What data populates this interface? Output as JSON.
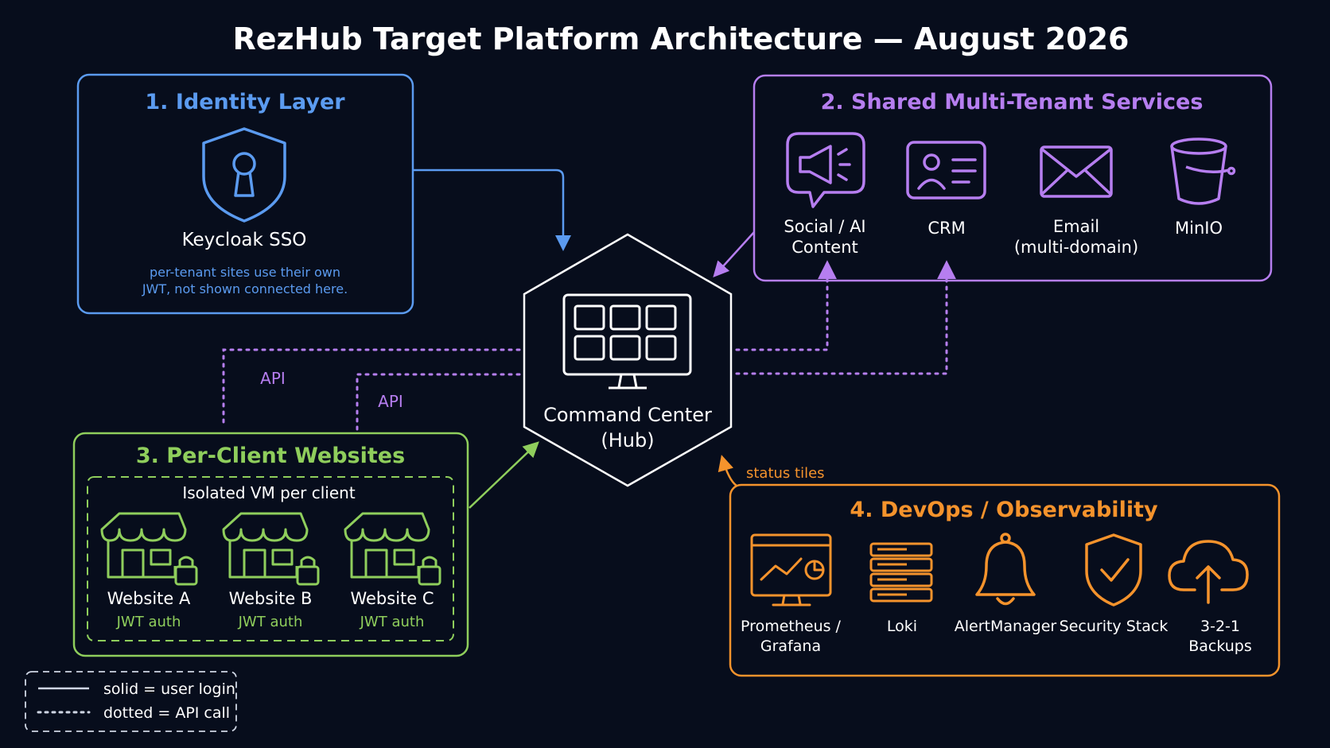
{
  "title": "RezHub Target Platform Architecture — August 2026",
  "colors": {
    "background": "#070d1c",
    "identity": "#5b9bf0",
    "shared": "#b67ef0",
    "websites": "#8fce5c",
    "devops": "#f5932c",
    "hub": "#ffffff",
    "muted": "#cfd6e4"
  },
  "identity": {
    "title": "1. Identity Layer",
    "icon": "shield-keyhole-icon",
    "label": "Keycloak SSO",
    "note_line1": "per-tenant sites use their own",
    "note_line2": "JWT, not shown connected here."
  },
  "shared": {
    "title": "2. Shared Multi-Tenant Services",
    "items": [
      {
        "icon": "megaphone-icon",
        "line1": "Social / AI",
        "line2": "Content"
      },
      {
        "icon": "contact-card-icon",
        "line1": "CRM",
        "line2": ""
      },
      {
        "icon": "envelope-icon",
        "line1": "Email",
        "line2": "(multi-domain)"
      },
      {
        "icon": "bucket-icon",
        "line1": "MinIO",
        "line2": ""
      }
    ]
  },
  "hub": {
    "icon": "monitor-dashboard-icon",
    "line1": "Command Center",
    "line2": "(Hub)"
  },
  "websites": {
    "title": "3. Per-Client Websites",
    "subtitle": "Isolated VM per client",
    "items": [
      {
        "icon": "storefront-lock-icon",
        "name": "Website A",
        "auth": "JWT auth"
      },
      {
        "icon": "storefront-lock-icon",
        "name": "Website B",
        "auth": "JWT auth"
      },
      {
        "icon": "storefront-lock-icon",
        "name": "Website C",
        "auth": "JWT auth"
      }
    ]
  },
  "devops": {
    "title": "4. DevOps / Observability",
    "status_label": "status tiles",
    "items": [
      {
        "icon": "monitor-chart-icon",
        "line1": "Prometheus /",
        "line2": "Grafana"
      },
      {
        "icon": "server-stack-icon",
        "line1": "Loki",
        "line2": ""
      },
      {
        "icon": "bell-icon",
        "line1": "AlertManager",
        "line2": ""
      },
      {
        "icon": "shield-check-icon",
        "line1": "Security Stack",
        "line2": ""
      },
      {
        "icon": "cloud-upload-icon",
        "line1": "3-2-1",
        "line2": "Backups"
      }
    ]
  },
  "api_labels": [
    "API",
    "API"
  ],
  "legend": {
    "solid": "solid = user login",
    "dotted": "dotted = API call"
  }
}
